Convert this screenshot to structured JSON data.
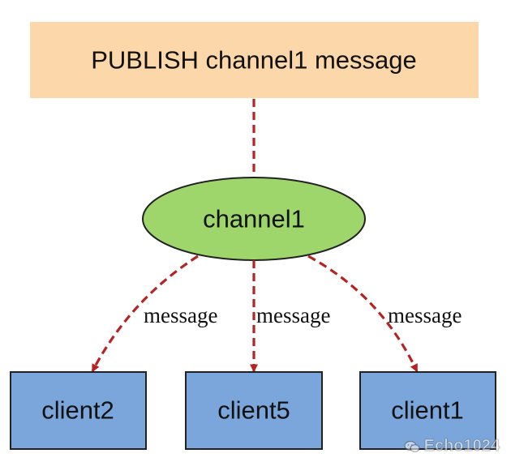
{
  "publisher": {
    "label": "PUBLISH channel1 message",
    "fill": "#fbd7a9"
  },
  "channel": {
    "label": "channel1",
    "fill": "#9ed66b",
    "stroke": "#222222"
  },
  "clients": [
    {
      "label": "client2"
    },
    {
      "label": "client5"
    },
    {
      "label": "client1"
    }
  ],
  "edges": {
    "color": "#b52424",
    "labels": [
      "message",
      "message",
      "message"
    ]
  },
  "client_fill": "#7aa6dc",
  "watermark": {
    "text": "Echo1024",
    "icon": "wechat-icon"
  }
}
